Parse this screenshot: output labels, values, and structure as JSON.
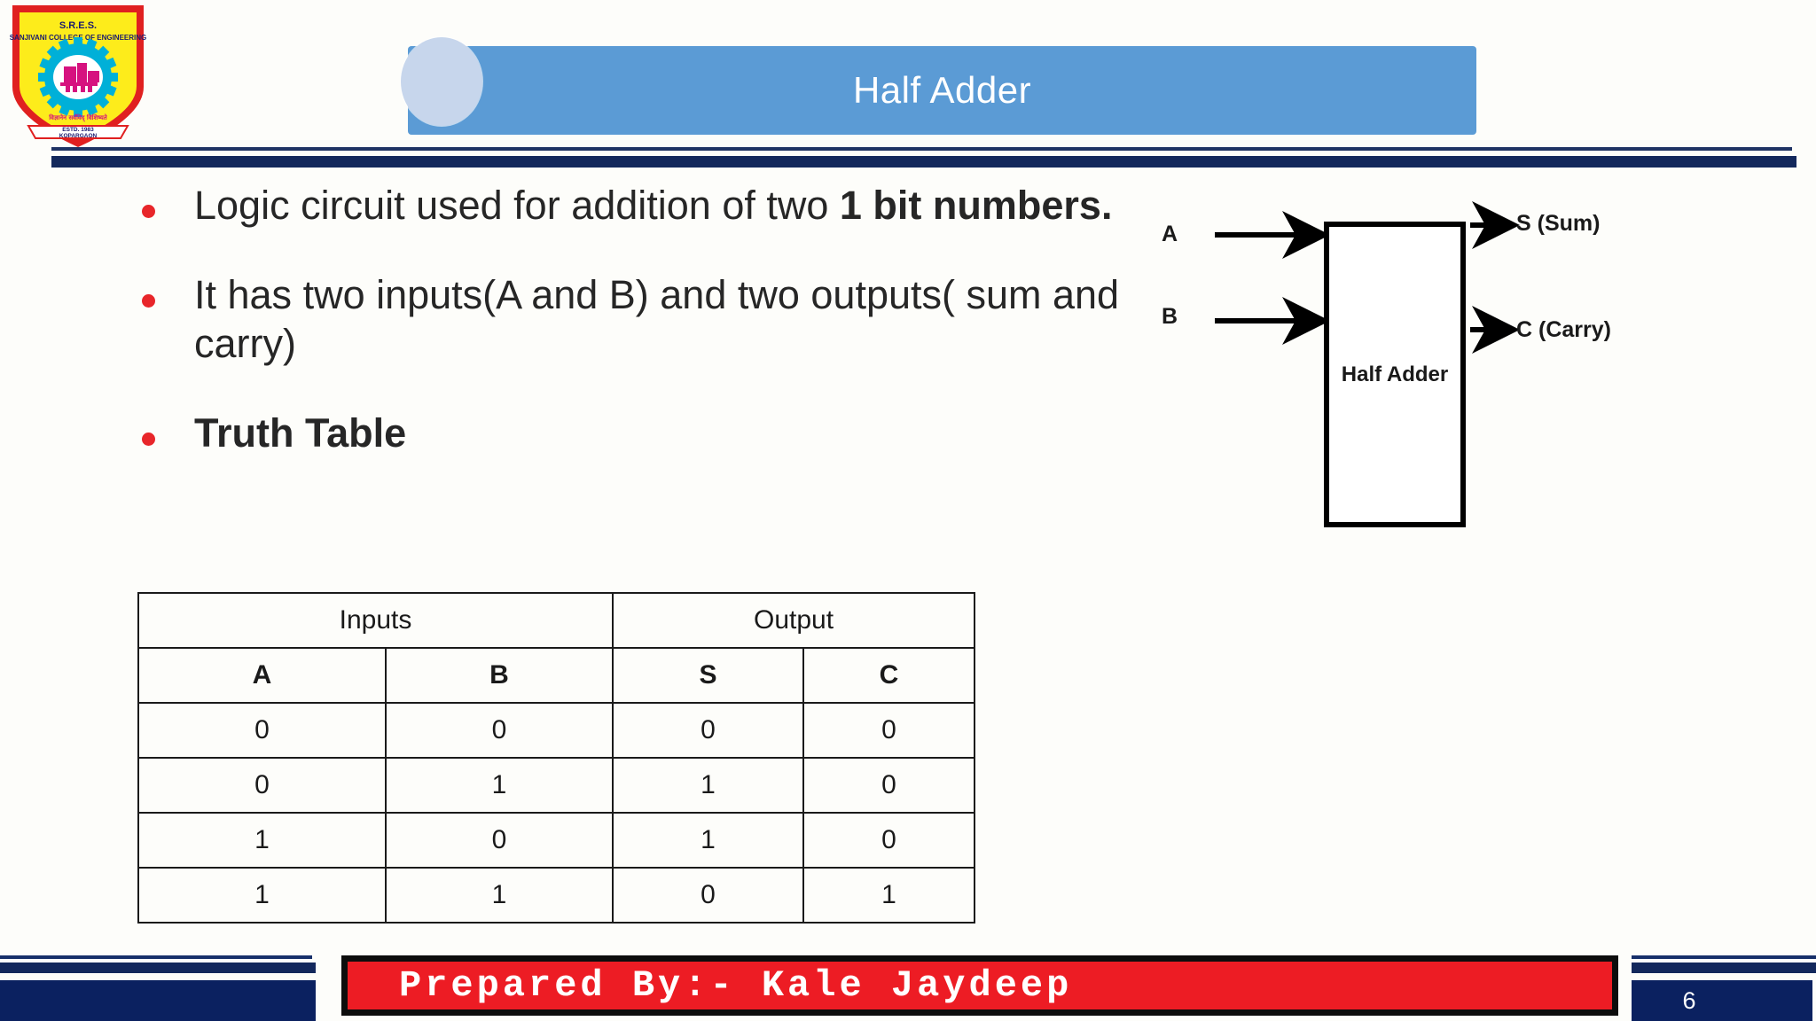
{
  "institution": {
    "logo_alt": "sres-sanjivani-college-logo",
    "abbrev": "S.R.E.S.",
    "name": "SANJIVANI COLLEGE OF ENGINEERING",
    "motto": "विज्ञानेन सर्वंविद् विशिष्यते",
    "established": "ESTD. 1983",
    "place": "KOPARGAON"
  },
  "header": {
    "title": "Half Adder"
  },
  "bullets": [
    {
      "id": "bullet-definition",
      "plain_prefix": "Logic circuit used for addition of two ",
      "bold_suffix": "1 bit numbers.",
      "bold": false
    },
    {
      "id": "bullet-io",
      "plain_prefix": "It has two inputs(A and B) and two outputs( sum and carry)",
      "bold_suffix": "",
      "bold": false
    },
    {
      "id": "bullet-truth-table",
      "plain_prefix": "Truth Table",
      "bold_suffix": "",
      "bold": true
    }
  ],
  "truth_table": {
    "group_headers": [
      "Inputs",
      "Output"
    ],
    "columns": [
      "A",
      "B",
      "S",
      "C"
    ],
    "rows": [
      [
        "0",
        "0",
        "0",
        "0"
      ],
      [
        "0",
        "1",
        "1",
        "0"
      ],
      [
        "1",
        "0",
        "1",
        "0"
      ],
      [
        "1",
        "1",
        "0",
        "1"
      ]
    ]
  },
  "diagram": {
    "block_label": "Half Adder",
    "input_a": "A",
    "input_b": "B",
    "output_s": "S (Sum)",
    "output_c": "C (Carry)"
  },
  "footer": {
    "credit": "Prepared By:- Kale Jaydeep",
    "page_number": "6"
  },
  "colors": {
    "title_bar": "#5b9bd5",
    "title_circle": "#c7d6ec",
    "rule_navy": "#13285c",
    "bullet_red": "#e8262a",
    "banner_red": "#ed1c24",
    "banner_border": "#0d0d0d",
    "footer_navy": "#0b2160",
    "text_dark": "#262626"
  }
}
